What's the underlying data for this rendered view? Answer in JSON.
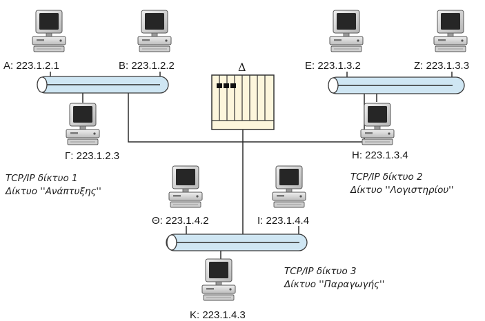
{
  "router": {
    "label": "Δ"
  },
  "hosts": [
    {
      "id": "A",
      "label": "A: 223.1.2.1"
    },
    {
      "id": "B",
      "label": "B: 223.1.2.2"
    },
    {
      "id": "G",
      "label": "Γ: 223.1.2.3"
    },
    {
      "id": "E",
      "label": "E: 223.1.3.2"
    },
    {
      "id": "Z",
      "label": "Z: 223.1.3.3"
    },
    {
      "id": "H",
      "label": "H: 223.1.3.4"
    },
    {
      "id": "TH",
      "label": "Θ: 223.1.4.2"
    },
    {
      "id": "I",
      "label": "I: 223.1.4.4"
    },
    {
      "id": "K",
      "label": "K: 223.1.4.3"
    }
  ],
  "networks": [
    {
      "line1": "TCP/IP δίκτυο 1",
      "line2": "Δίκτυο ''Ανάπτυξης''"
    },
    {
      "line1": "TCP/IP δίκτυο 2",
      "line2": "Δίκτυο ''Λογιστηρίου''"
    },
    {
      "line1": "TCP/IP δίκτυο 3",
      "line2": "Δίκτυο ''Παραγωγής''"
    }
  ],
  "colors": {
    "bus_fill": "#cfe6f3",
    "router_fill": "#fdf6dc",
    "monitor_screen": "#262626",
    "computer_body": "#d6d6d6"
  }
}
